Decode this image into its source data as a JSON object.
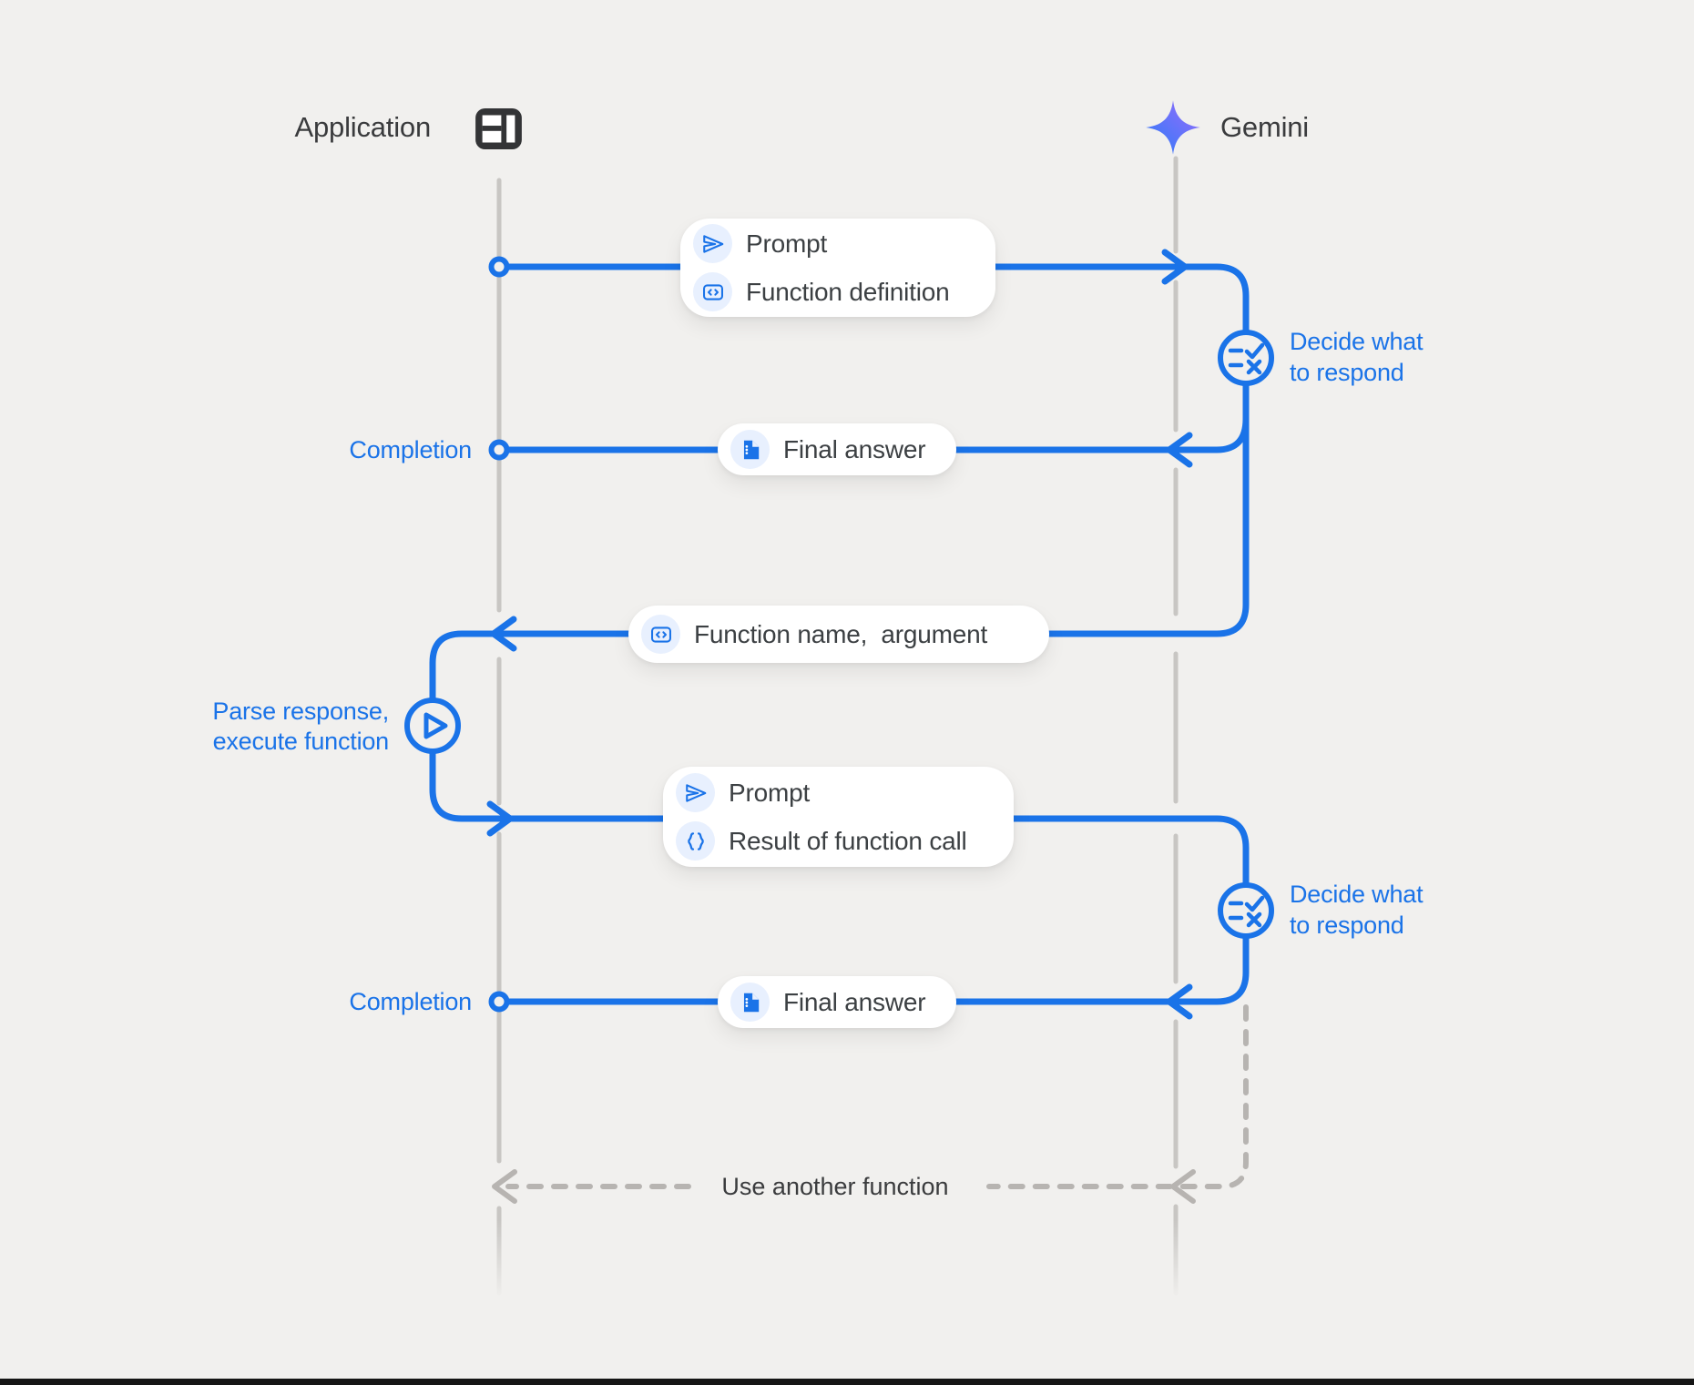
{
  "actors": {
    "application": {
      "label": "Application",
      "icon": "app-window-icon"
    },
    "gemini": {
      "label": "Gemini",
      "icon": "gemini-sparkle-icon"
    }
  },
  "messages": {
    "prompt_function_definition": {
      "from": "application",
      "to": "gemini",
      "row1": "Prompt",
      "row2": "Function definition"
    },
    "final_answer_1": {
      "from": "gemini",
      "to": "application",
      "label": "Final answer",
      "endpoint_label": "Completion"
    },
    "function_name_argument": {
      "from": "gemini",
      "to": "application",
      "label": "Function name,  argument"
    },
    "prompt_result": {
      "from": "application",
      "to": "gemini",
      "row1": "Prompt",
      "row2": "Result of function call"
    },
    "final_answer_2": {
      "from": "gemini",
      "to": "application",
      "label": "Final answer",
      "endpoint_label": "Completion"
    },
    "use_another_function": {
      "from": "gemini",
      "to": "application",
      "label": "Use another function",
      "style": "dashed"
    }
  },
  "annotations": {
    "decide_1": {
      "line1": "Decide what",
      "line2": "to respond"
    },
    "parse_execute": {
      "line1": "Parse response,",
      "line2": "execute function"
    },
    "decide_2": {
      "line1": "Decide what",
      "line2": "to respond"
    }
  },
  "colors": {
    "background": "#f1f0ee",
    "accent_blue": "#1a73e8",
    "dark_text": "#3c4043",
    "lifeline_gray": "#c8c6c3",
    "dashed_gray": "#b7b4b1",
    "icon_chip_bg": "#e8f0fe",
    "gemini_gradient_start": "#2b7cf8",
    "gemini_gradient_end": "#9a6bfb"
  }
}
